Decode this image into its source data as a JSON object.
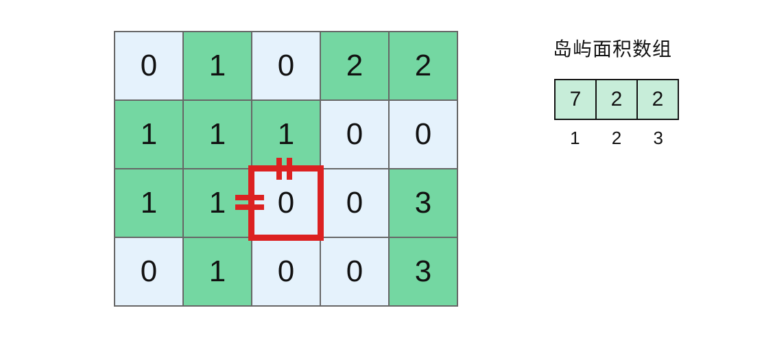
{
  "colors": {
    "island_green": "#74d7a2",
    "water_blue": "#e5f2fc",
    "grid_border_gray": "#666666",
    "highlight_red": "#dc2121",
    "array_cell_green": "#c7edd9",
    "array_border_black": "#111111"
  },
  "grid": {
    "rows": 4,
    "cols": 5,
    "cells": [
      [
        {
          "v": "0",
          "type": "water"
        },
        {
          "v": "1",
          "type": "island"
        },
        {
          "v": "0",
          "type": "water"
        },
        {
          "v": "2",
          "type": "island"
        },
        {
          "v": "2",
          "type": "island"
        }
      ],
      [
        {
          "v": "1",
          "type": "island"
        },
        {
          "v": "1",
          "type": "island"
        },
        {
          "v": "1",
          "type": "island"
        },
        {
          "v": "0",
          "type": "water"
        },
        {
          "v": "0",
          "type": "water"
        }
      ],
      [
        {
          "v": "1",
          "type": "island"
        },
        {
          "v": "1",
          "type": "island"
        },
        {
          "v": "0",
          "type": "water"
        },
        {
          "v": "0",
          "type": "water"
        },
        {
          "v": "3",
          "type": "island"
        }
      ],
      [
        {
          "v": "0",
          "type": "water"
        },
        {
          "v": "1",
          "type": "island"
        },
        {
          "v": "0",
          "type": "water"
        },
        {
          "v": "0",
          "type": "water"
        },
        {
          "v": "3",
          "type": "island"
        }
      ]
    ],
    "highlight": {
      "row": 2,
      "col": 2,
      "marks": [
        "top",
        "left"
      ]
    }
  },
  "panel": {
    "title": "岛屿面积数组",
    "array_values": [
      "7",
      "2",
      "2"
    ],
    "array_indices": [
      "1",
      "2",
      "3"
    ]
  }
}
